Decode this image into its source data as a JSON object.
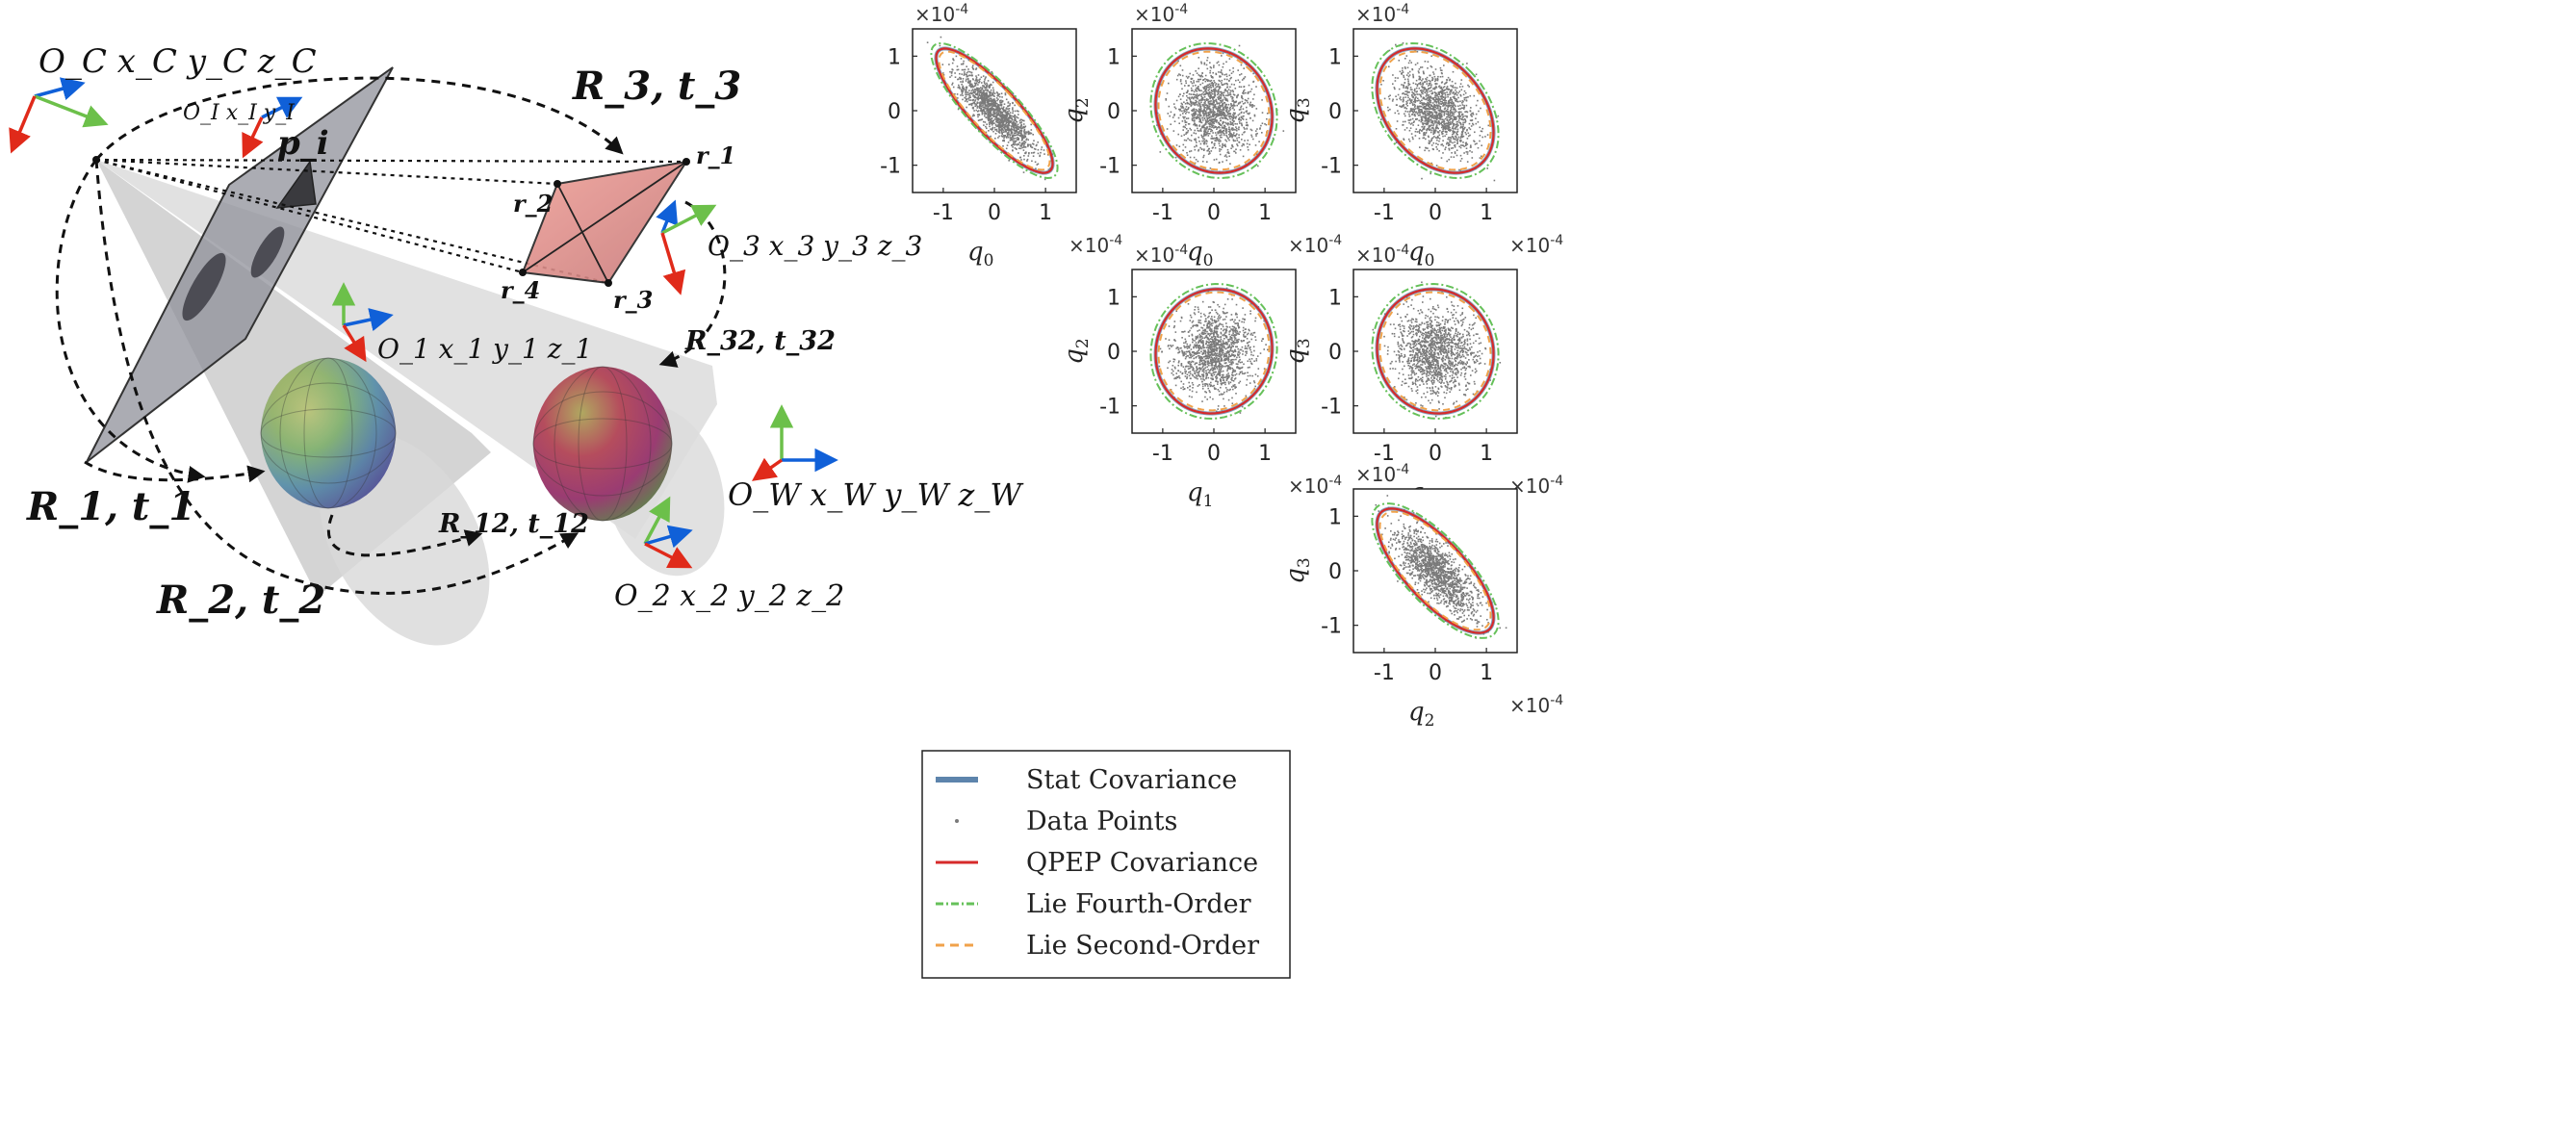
{
  "diagram": {
    "labels": {
      "camera_frame": "O_C x_C y_C z_C",
      "image_frame": "O_I x_I y_I",
      "p_i": "p_i",
      "R3t3": "R_3, t_3",
      "r1": "r_1",
      "r2": "r_2",
      "r3": "r_3",
      "r4": "r_4",
      "frame3": "O_3 x_3 y_3 z_3",
      "frame1": "O_1 x_1 y_1 z_1",
      "R32t32": "R_32, t_32",
      "R1t1": "R_1, t_1",
      "R12t12": "R_12, t_12",
      "R2t2": "R_2, t_2",
      "frame2": "O_2 x_2 y_2 z_2",
      "frameW": "O_W x_W y_W z_W"
    }
  },
  "chart_data": {
    "type": "scatter",
    "exponent_label": "×10",
    "exponent_power": "-4",
    "xlim": [
      -1.6,
      1.6
    ],
    "ylim": [
      -1.5,
      1.5
    ],
    "xticks": [
      -1,
      0,
      1
    ],
    "yticks": [
      -1,
      0,
      1
    ],
    "colors": {
      "stat": "#5d84ac",
      "points": "#7a7a7a",
      "qpep": "#d62a2a",
      "lie4": "#66c15a",
      "lie2": "#f0a24a"
    },
    "legend": [
      {
        "key": "stat",
        "label": "Stat Covariance",
        "style": "thick"
      },
      {
        "key": "points",
        "label": "Data Points",
        "style": "dot"
      },
      {
        "key": "qpep",
        "label": "QPEP Covariance",
        "style": "solid"
      },
      {
        "key": "lie4",
        "label": "Lie Fourth-Order",
        "style": "dashdot"
      },
      {
        "key": "lie2",
        "label": "Lie Second-Order",
        "style": "dash"
      }
    ],
    "panels": [
      {
        "id": "q0-q1",
        "xlabel": "q",
        "xsub": "0",
        "ylabel": "",
        "ysub": "",
        "correlation": -0.85
      },
      {
        "id": "q0-q2",
        "xlabel": "q",
        "xsub": "0",
        "ylabel": "q",
        "ysub": "2",
        "correlation": -0.1
      },
      {
        "id": "q0-q3",
        "xlabel": "q",
        "xsub": "0",
        "ylabel": "q",
        "ysub": "3",
        "correlation": -0.35
      },
      {
        "id": "q1-q2",
        "xlabel": "q",
        "xsub": "1",
        "ylabel": "q",
        "ysub": "2",
        "correlation": 0.05
      },
      {
        "id": "q1-q3",
        "xlabel": "q",
        "xsub": "1",
        "ylabel": "q",
        "ysub": "3",
        "correlation": -0.05
      },
      {
        "id": "q2-q3",
        "xlabel": "q",
        "xsub": "2",
        "ylabel": "q",
        "ysub": "3",
        "correlation": -0.75
      }
    ]
  }
}
